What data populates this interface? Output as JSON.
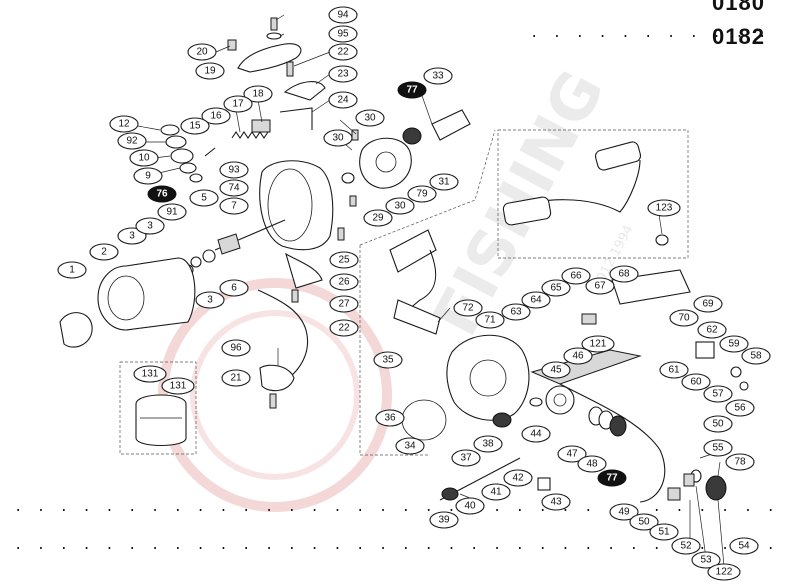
{
  "header": {
    "top_code": "0180",
    "code": "0182"
  },
  "watermark": {
    "text": "FISHING",
    "subtext": "1012 1994"
  },
  "callouts": [
    {
      "id": "94",
      "style": "normal"
    },
    {
      "id": "95",
      "style": "normal"
    },
    {
      "id": "20",
      "style": "normal"
    },
    {
      "id": "22",
      "style": "normal"
    },
    {
      "id": "19",
      "style": "normal"
    },
    {
      "id": "23",
      "style": "normal"
    },
    {
      "id": "33",
      "style": "normal"
    },
    {
      "id": "77",
      "style": "inverse"
    },
    {
      "id": "24",
      "style": "normal"
    },
    {
      "id": "18",
      "style": "normal"
    },
    {
      "id": "17",
      "style": "normal"
    },
    {
      "id": "16",
      "style": "normal"
    },
    {
      "id": "15",
      "style": "normal"
    },
    {
      "id": "12",
      "style": "normal"
    },
    {
      "id": "92",
      "style": "normal"
    },
    {
      "id": "10",
      "style": "normal"
    },
    {
      "id": "9",
      "style": "normal"
    },
    {
      "id": "76",
      "style": "inverse"
    },
    {
      "id": "30",
      "style": "normal"
    },
    {
      "id": "93",
      "style": "normal"
    },
    {
      "id": "74",
      "style": "normal"
    },
    {
      "id": "79",
      "style": "normal"
    },
    {
      "id": "31",
      "style": "normal"
    },
    {
      "id": "29",
      "style": "normal"
    },
    {
      "id": "91",
      "style": "normal"
    },
    {
      "id": "5",
      "style": "normal"
    },
    {
      "id": "7",
      "style": "normal"
    },
    {
      "id": "3",
      "style": "normal"
    },
    {
      "id": "2",
      "style": "normal"
    },
    {
      "id": "1",
      "style": "normal"
    },
    {
      "id": "6",
      "style": "normal"
    },
    {
      "id": "25",
      "style": "normal"
    },
    {
      "id": "26",
      "style": "normal"
    },
    {
      "id": "27",
      "style": "normal"
    },
    {
      "id": "123",
      "style": "normal"
    },
    {
      "id": "72",
      "style": "normal"
    },
    {
      "id": "66",
      "style": "normal"
    },
    {
      "id": "68",
      "style": "normal"
    },
    {
      "id": "65",
      "style": "normal"
    },
    {
      "id": "67",
      "style": "normal"
    },
    {
      "id": "64",
      "style": "normal"
    },
    {
      "id": "69",
      "style": "normal"
    },
    {
      "id": "63",
      "style": "normal"
    },
    {
      "id": "71",
      "style": "normal"
    },
    {
      "id": "70",
      "style": "normal"
    },
    {
      "id": "62",
      "style": "normal"
    },
    {
      "id": "96",
      "style": "normal"
    },
    {
      "id": "121",
      "style": "normal"
    },
    {
      "id": "59",
      "style": "normal"
    },
    {
      "id": "46",
      "style": "normal"
    },
    {
      "id": "61",
      "style": "normal"
    },
    {
      "id": "58",
      "style": "normal"
    },
    {
      "id": "35",
      "style": "normal"
    },
    {
      "id": "45",
      "style": "normal"
    },
    {
      "id": "60",
      "style": "normal"
    },
    {
      "id": "131",
      "style": "normal"
    },
    {
      "id": "21",
      "style": "normal"
    },
    {
      "id": "57",
      "style": "normal"
    },
    {
      "id": "56",
      "style": "normal"
    },
    {
      "id": "36",
      "style": "normal"
    },
    {
      "id": "50",
      "style": "normal"
    },
    {
      "id": "34",
      "style": "normal"
    },
    {
      "id": "44",
      "style": "normal"
    },
    {
      "id": "38",
      "style": "normal"
    },
    {
      "id": "47",
      "style": "normal"
    },
    {
      "id": "48",
      "style": "normal"
    },
    {
      "id": "55",
      "style": "normal"
    },
    {
      "id": "78",
      "style": "normal"
    },
    {
      "id": "37",
      "style": "normal"
    },
    {
      "id": "42",
      "style": "normal"
    },
    {
      "id": "41",
      "style": "normal"
    },
    {
      "id": "43",
      "style": "normal"
    },
    {
      "id": "40",
      "style": "normal"
    },
    {
      "id": "39",
      "style": "normal"
    },
    {
      "id": "49",
      "style": "normal"
    },
    {
      "id": "51",
      "style": "normal"
    },
    {
      "id": "52",
      "style": "normal"
    },
    {
      "id": "53",
      "style": "normal"
    },
    {
      "id": "54",
      "style": "normal"
    },
    {
      "id": "122",
      "style": "normal"
    }
  ]
}
